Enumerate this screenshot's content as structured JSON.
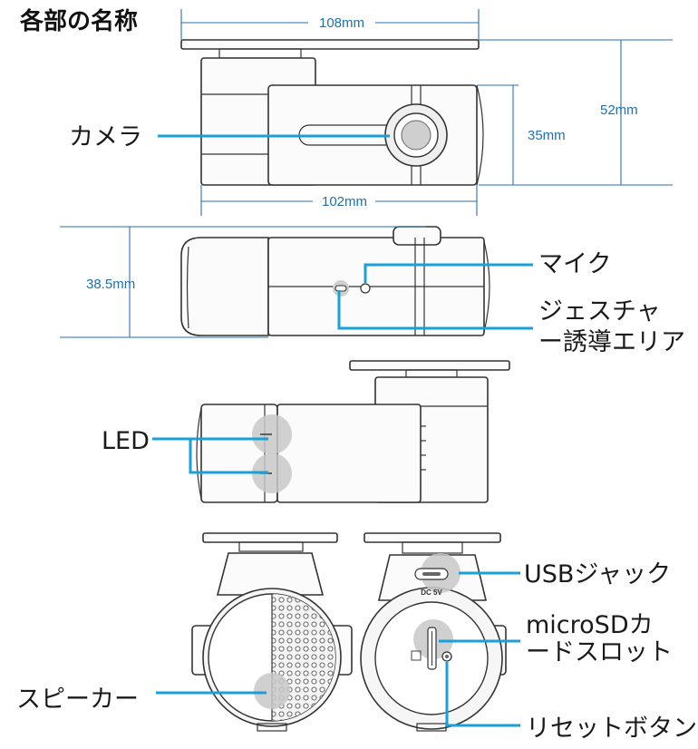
{
  "title": "各部の名称",
  "dimensions": {
    "top_width": "108mm",
    "top_height": "52mm",
    "body_height": "35mm",
    "body_width": "102mm",
    "side_height": "38.5mm"
  },
  "labels": {
    "camera": "カメラ",
    "mic": "マイク",
    "gesture_line1": "ジェスチャ",
    "gesture_line2": "ー誘導エリア",
    "led": "LED",
    "usb": "USBジャック",
    "microsd_line1": "microSDカ",
    "microsd_line2": "ードスロット",
    "speaker": "スピーカー",
    "reset": "リセットボタン"
  },
  "device_marks": {
    "dc": "DC 5V"
  },
  "colors": {
    "dimension": "#1f6fb0",
    "leader": "#1aa0d8",
    "highlight": "#c8c8c8"
  }
}
